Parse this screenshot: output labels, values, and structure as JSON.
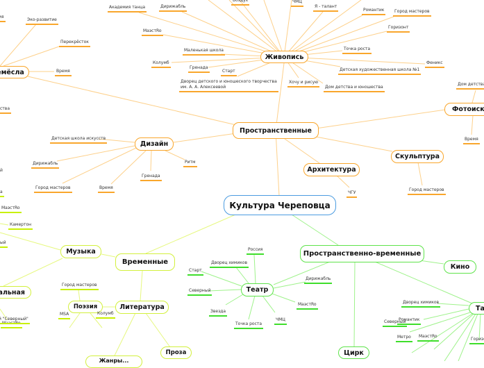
{
  "root": "Культура Череповца",
  "colors": {
    "spatial": "#f9a62b",
    "temporal": "#d2f03c",
    "spatiotemporal": "#5ee34a",
    "root": "#4a9be0"
  },
  "spatial": {
    "label": "Пространственные",
    "painting": {
      "label": "Живопись",
      "items": [
        "Академия танца",
        "Дирижабль",
        "МаэстRo",
        "Маленькая школа",
        "Колумб",
        "Гренада",
        "Старт",
        "Дворец детского и юношеского творчества",
        "им. А. А. Алексеевой",
        "Воздух",
        "ЧМЦ",
        "Я - талант",
        "Романтик",
        "Город мастеров",
        "Горизонт",
        "Точка роста",
        "Детская художественная школа №1",
        "Феникс",
        "Хочу и рисую",
        "Дом детства и юношества"
      ]
    },
    "crafts": {
      "label": "емёсла",
      "items": [
        "Эко-развитие",
        "Перекрёсток",
        "Время",
        "ства",
        "ия"
      ]
    },
    "design": {
      "label": "Дизайн",
      "items": [
        "Детская школа искусств",
        "Дирижабль",
        "Город мастеров",
        "Время",
        "Гренада",
        "Ритм"
      ]
    },
    "architecture": {
      "label": "Архитектура",
      "items": [
        "ЧГУ"
      ]
    },
    "sculpture": {
      "label": "Скульптура",
      "items": [
        "Город мастеров"
      ]
    },
    "photo": {
      "label": "Фотоиску",
      "items": [
        "Дом детства",
        "Время"
      ]
    }
  },
  "temporal": {
    "label": "Временные",
    "music": {
      "label": "Музыка",
      "items": [
        "МаэстRo",
        "Камертон",
        "ый",
        "а",
        "й"
      ]
    },
    "music_sub": {
      "label": "альная",
      "items": [
        "МаэстRo",
        "й \"Северный\""
      ]
    },
    "literature": {
      "label": "Литература"
    },
    "poetry": {
      "label": "Поэзия",
      "items": [
        "Город мастеров",
        "MSA",
        "Колумб"
      ]
    },
    "prose": {
      "label": "Проза"
    },
    "genres": {
      "label": "Жанры..."
    }
  },
  "spatiotemporal": {
    "label": "Пространственно-временные",
    "cinema": {
      "label": "Кино"
    },
    "theatre": {
      "label": "Театр",
      "items": [
        "Россия",
        "Дворец химиков",
        "Старт",
        "Северный",
        "Звезда",
        "Точка роста",
        "ЧМЦ",
        "МаэстRo",
        "Дирижабль"
      ]
    },
    "circus": {
      "label": "Цирк"
    },
    "dance": {
      "label": "Танцы",
      "items": [
        "Дворец химиков",
        "Романтик",
        "Северный",
        "Метро",
        "МаэстRo",
        "Горизо"
      ]
    }
  }
}
